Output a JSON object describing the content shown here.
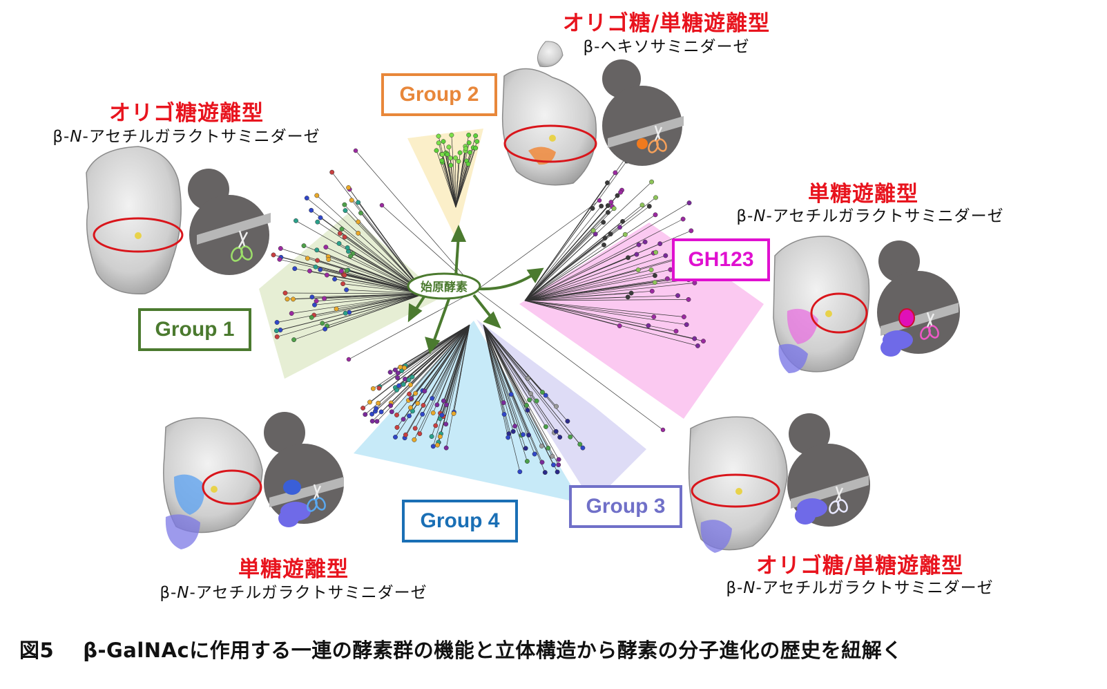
{
  "colors": {
    "red": "#e8141e",
    "group1": "#4b7a2f",
    "group2": "#e8873a",
    "group3": "#7070c8",
    "group4": "#1a6fb5",
    "gh123": "#e010d0",
    "protein": "#d2d2d2",
    "cell": "#666363"
  },
  "origin_label": "始原酵素",
  "groups": {
    "group1": "Group 1",
    "group2": "Group 2",
    "group3": "Group 3",
    "group4": "Group 4",
    "gh123": "GH123"
  },
  "annotations": {
    "g1_title": "オリゴ糖遊離型",
    "g1_sub_pre": "β-",
    "g1_sub_n": "N",
    "g1_sub_post": "-アセチルガラクトサミニダーゼ",
    "g2_title": "オリゴ糖/単糖遊離型",
    "g2_sub": "β-ヘキソサミニダーゼ",
    "gh123_title": "単糖遊離型",
    "gh123_sub_pre": "β-",
    "gh123_sub_n": "N",
    "gh123_sub_post": "-アセチルガラクトサミニダーゼ",
    "g4_title": "単糖遊離型",
    "g4_sub_pre": "β-",
    "g4_sub_n": "N",
    "g4_sub_post": "-アセチルガラクトサミニダーゼ",
    "g3_title": "オリゴ糖/単糖遊離型",
    "g3_sub_pre": "β-",
    "g3_sub_n": "N",
    "g3_sub_post": "-アセチルガラクトサミニダーゼ"
  },
  "caption": {
    "figure_no": "図5",
    "text": "β-GalNAcに作用する一連の酵素群の機能と立体構造から酵素の分子進化の歴史を紐解く"
  }
}
